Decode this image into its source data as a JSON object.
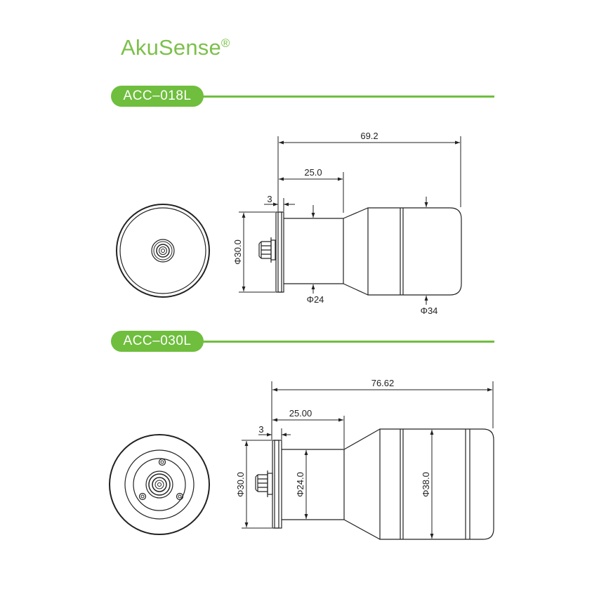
{
  "brand": {
    "name": "AkuSense",
    "mark": "®"
  },
  "models": [
    {
      "name": "ACC–018L",
      "dims": {
        "length": "69.2",
        "front": "25.0",
        "flange": "3",
        "height": "Φ30.0",
        "neck": "Φ24",
        "body": "Φ34"
      }
    },
    {
      "name": "ACC–030L",
      "dims": {
        "length": "76.62",
        "front": "25.00",
        "flange": "3",
        "height": "Φ30.0",
        "neck": "Φ24.0",
        "body": "Φ38.0"
      }
    }
  ],
  "colors": {
    "brand_green": "#6fbe3e",
    "line": "#222222"
  }
}
